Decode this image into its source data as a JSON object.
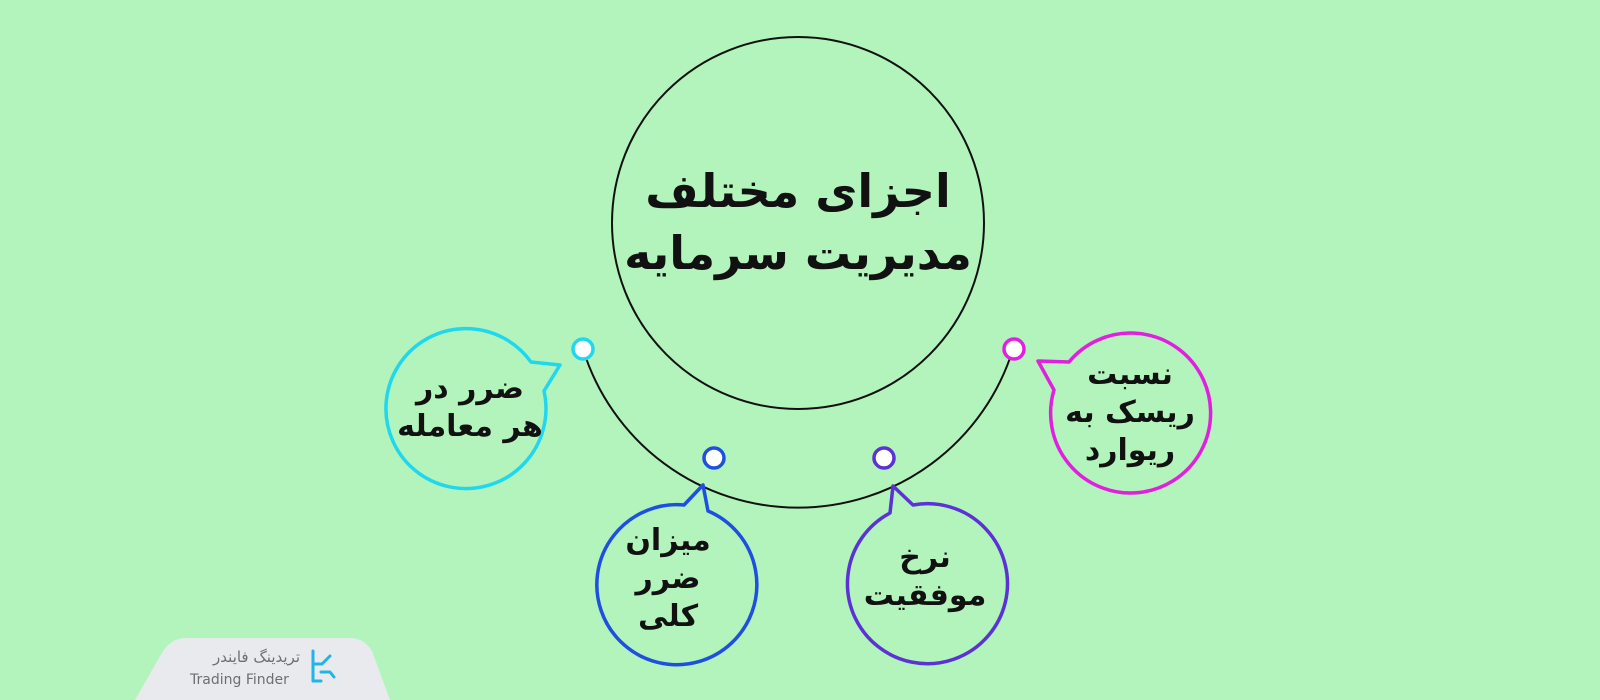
{
  "main_title": {
    "line1": "اجزای مختلف",
    "line2": "مدیریت سرمایه"
  },
  "nodes": [
    {
      "id": "loss-per-trade",
      "lines": [
        "ضرر در",
        "هر معامله"
      ],
      "color": "#1fd8ee"
    },
    {
      "id": "total-loss",
      "lines": [
        "میزان",
        "ضرر",
        "کلی"
      ],
      "color": "#1f4fe0"
    },
    {
      "id": "success-rate",
      "lines": [
        "نرخ",
        "موفقیت"
      ],
      "color": "#5a32d6"
    },
    {
      "id": "risk-reward",
      "lines": [
        "نسبت",
        "ریسک به",
        "ریوارد"
      ],
      "color": "#e21fe0"
    }
  ],
  "logo": {
    "name_fa": "تریدینگ فایندر",
    "name_en": "Trading Finder",
    "icon": "trading-finder-logo-icon",
    "accent": "#1fb5e8"
  },
  "colors": {
    "background": "#b3f3bc",
    "outline": "#111111"
  }
}
